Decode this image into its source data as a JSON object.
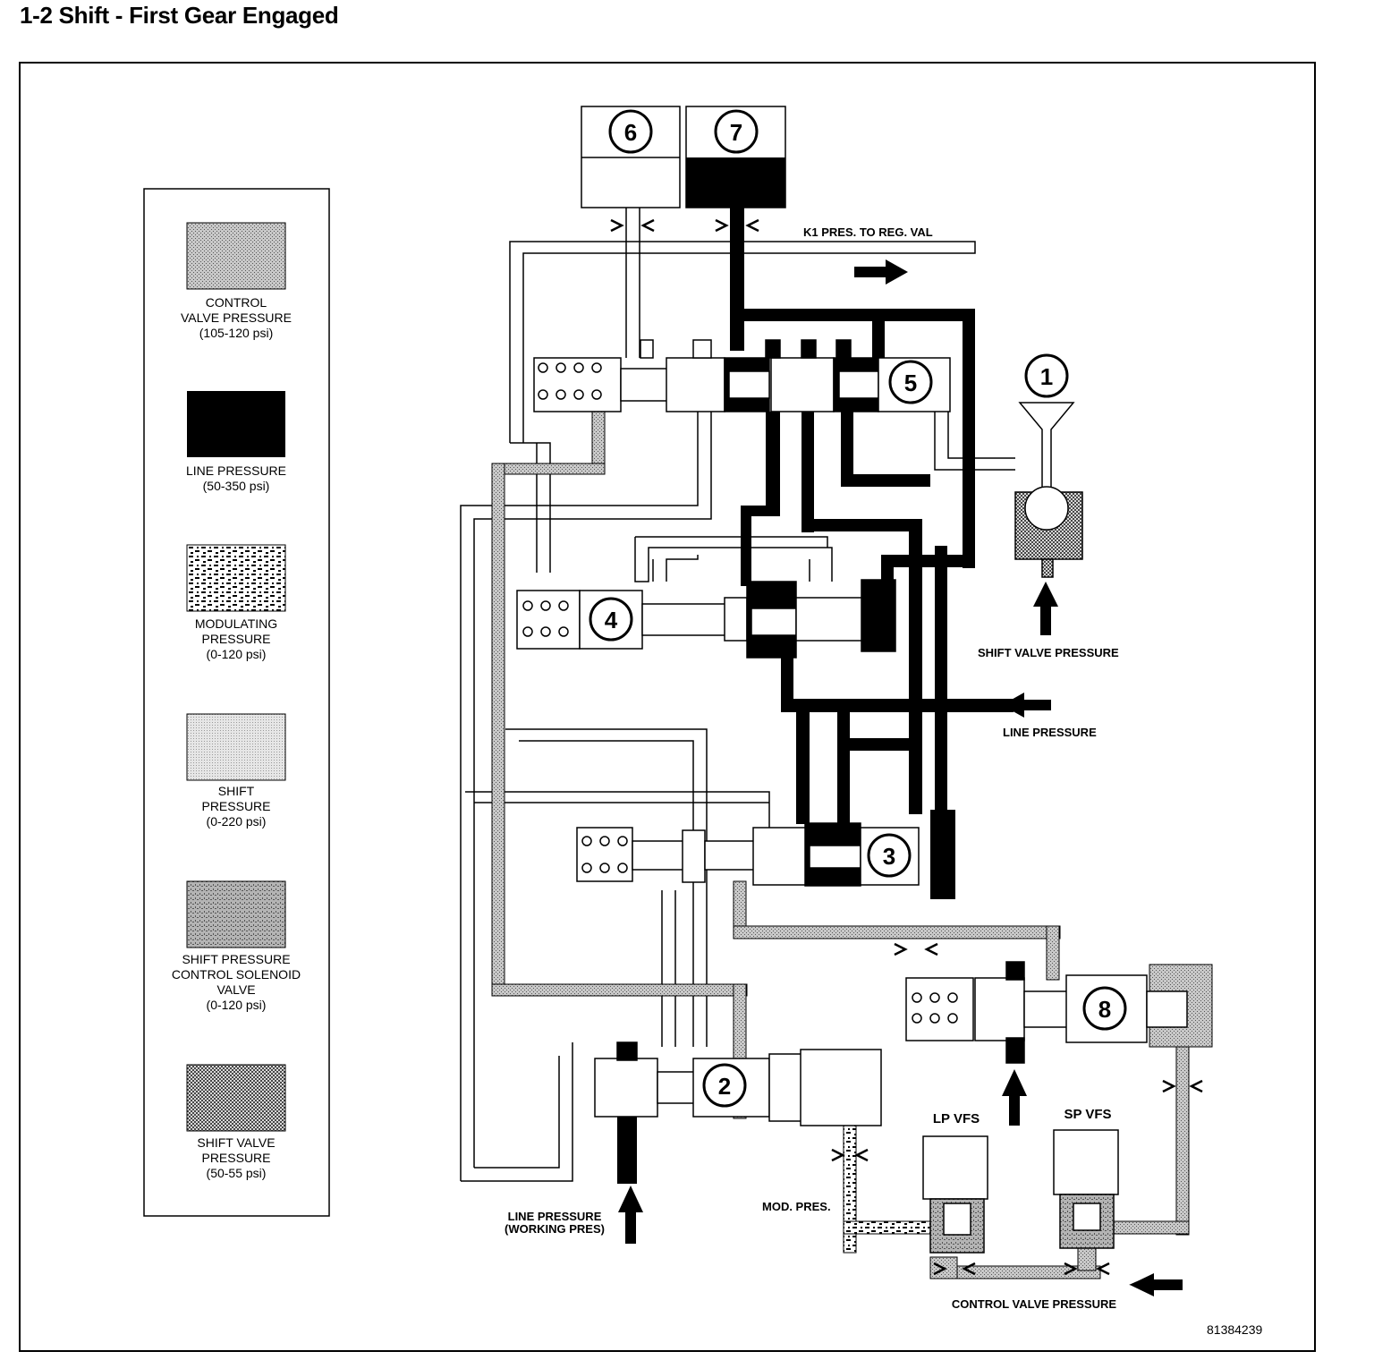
{
  "title": "1-2 Shift - First Gear Engaged",
  "figure_id": "81384239",
  "colors": {
    "line_pressure": "#000000",
    "control_valve_pressure": "#bdbdbd",
    "modulating_pressure": "#9a9a9a",
    "shift_pressure": "#e2e2e2",
    "shift_solenoid_pressure": "#aaaaaa",
    "shift_valve_pressure": "#8c8c8c"
  },
  "legend": [
    {
      "id": "control",
      "lines": [
        "CONTROL",
        "VALVE PRESSURE",
        "(105-120 psi)"
      ]
    },
    {
      "id": "line",
      "lines": [
        "LINE PRESSURE",
        "(50-350 psi)"
      ]
    },
    {
      "id": "modulating",
      "lines": [
        "MODULATING",
        "PRESSURE",
        "(0-120 psi)"
      ]
    },
    {
      "id": "shift",
      "lines": [
        "SHIFT",
        "PRESSURE",
        "(0-220 psi)"
      ]
    },
    {
      "id": "solenoid",
      "lines": [
        "SHIFT PRESSURE",
        "CONTROL SOLENOID",
        "VALVE",
        "(0-120 psi)"
      ]
    },
    {
      "id": "shiftvalve",
      "lines": [
        "SHIFT VALVE",
        "PRESSURE",
        "(50-55 psi)"
      ]
    }
  ],
  "callouts": [
    "1",
    "2",
    "3",
    "4",
    "5",
    "6",
    "7",
    "8"
  ],
  "labels": {
    "k1": "K1 PRES. TO REG. VAL",
    "shift_valve_pressure": "SHIFT VALVE PRESSURE",
    "line_pressure": "LINE PRESSURE",
    "line_pressure_working": [
      "LINE PRESSURE",
      "(WORKING PRES)"
    ],
    "mod_pres": "MOD. PRES.",
    "lp_vfs": "LP VFS",
    "sp_vfs": "SP VFS",
    "control_valve_pressure": "CONTROL VALVE PRESSURE"
  }
}
